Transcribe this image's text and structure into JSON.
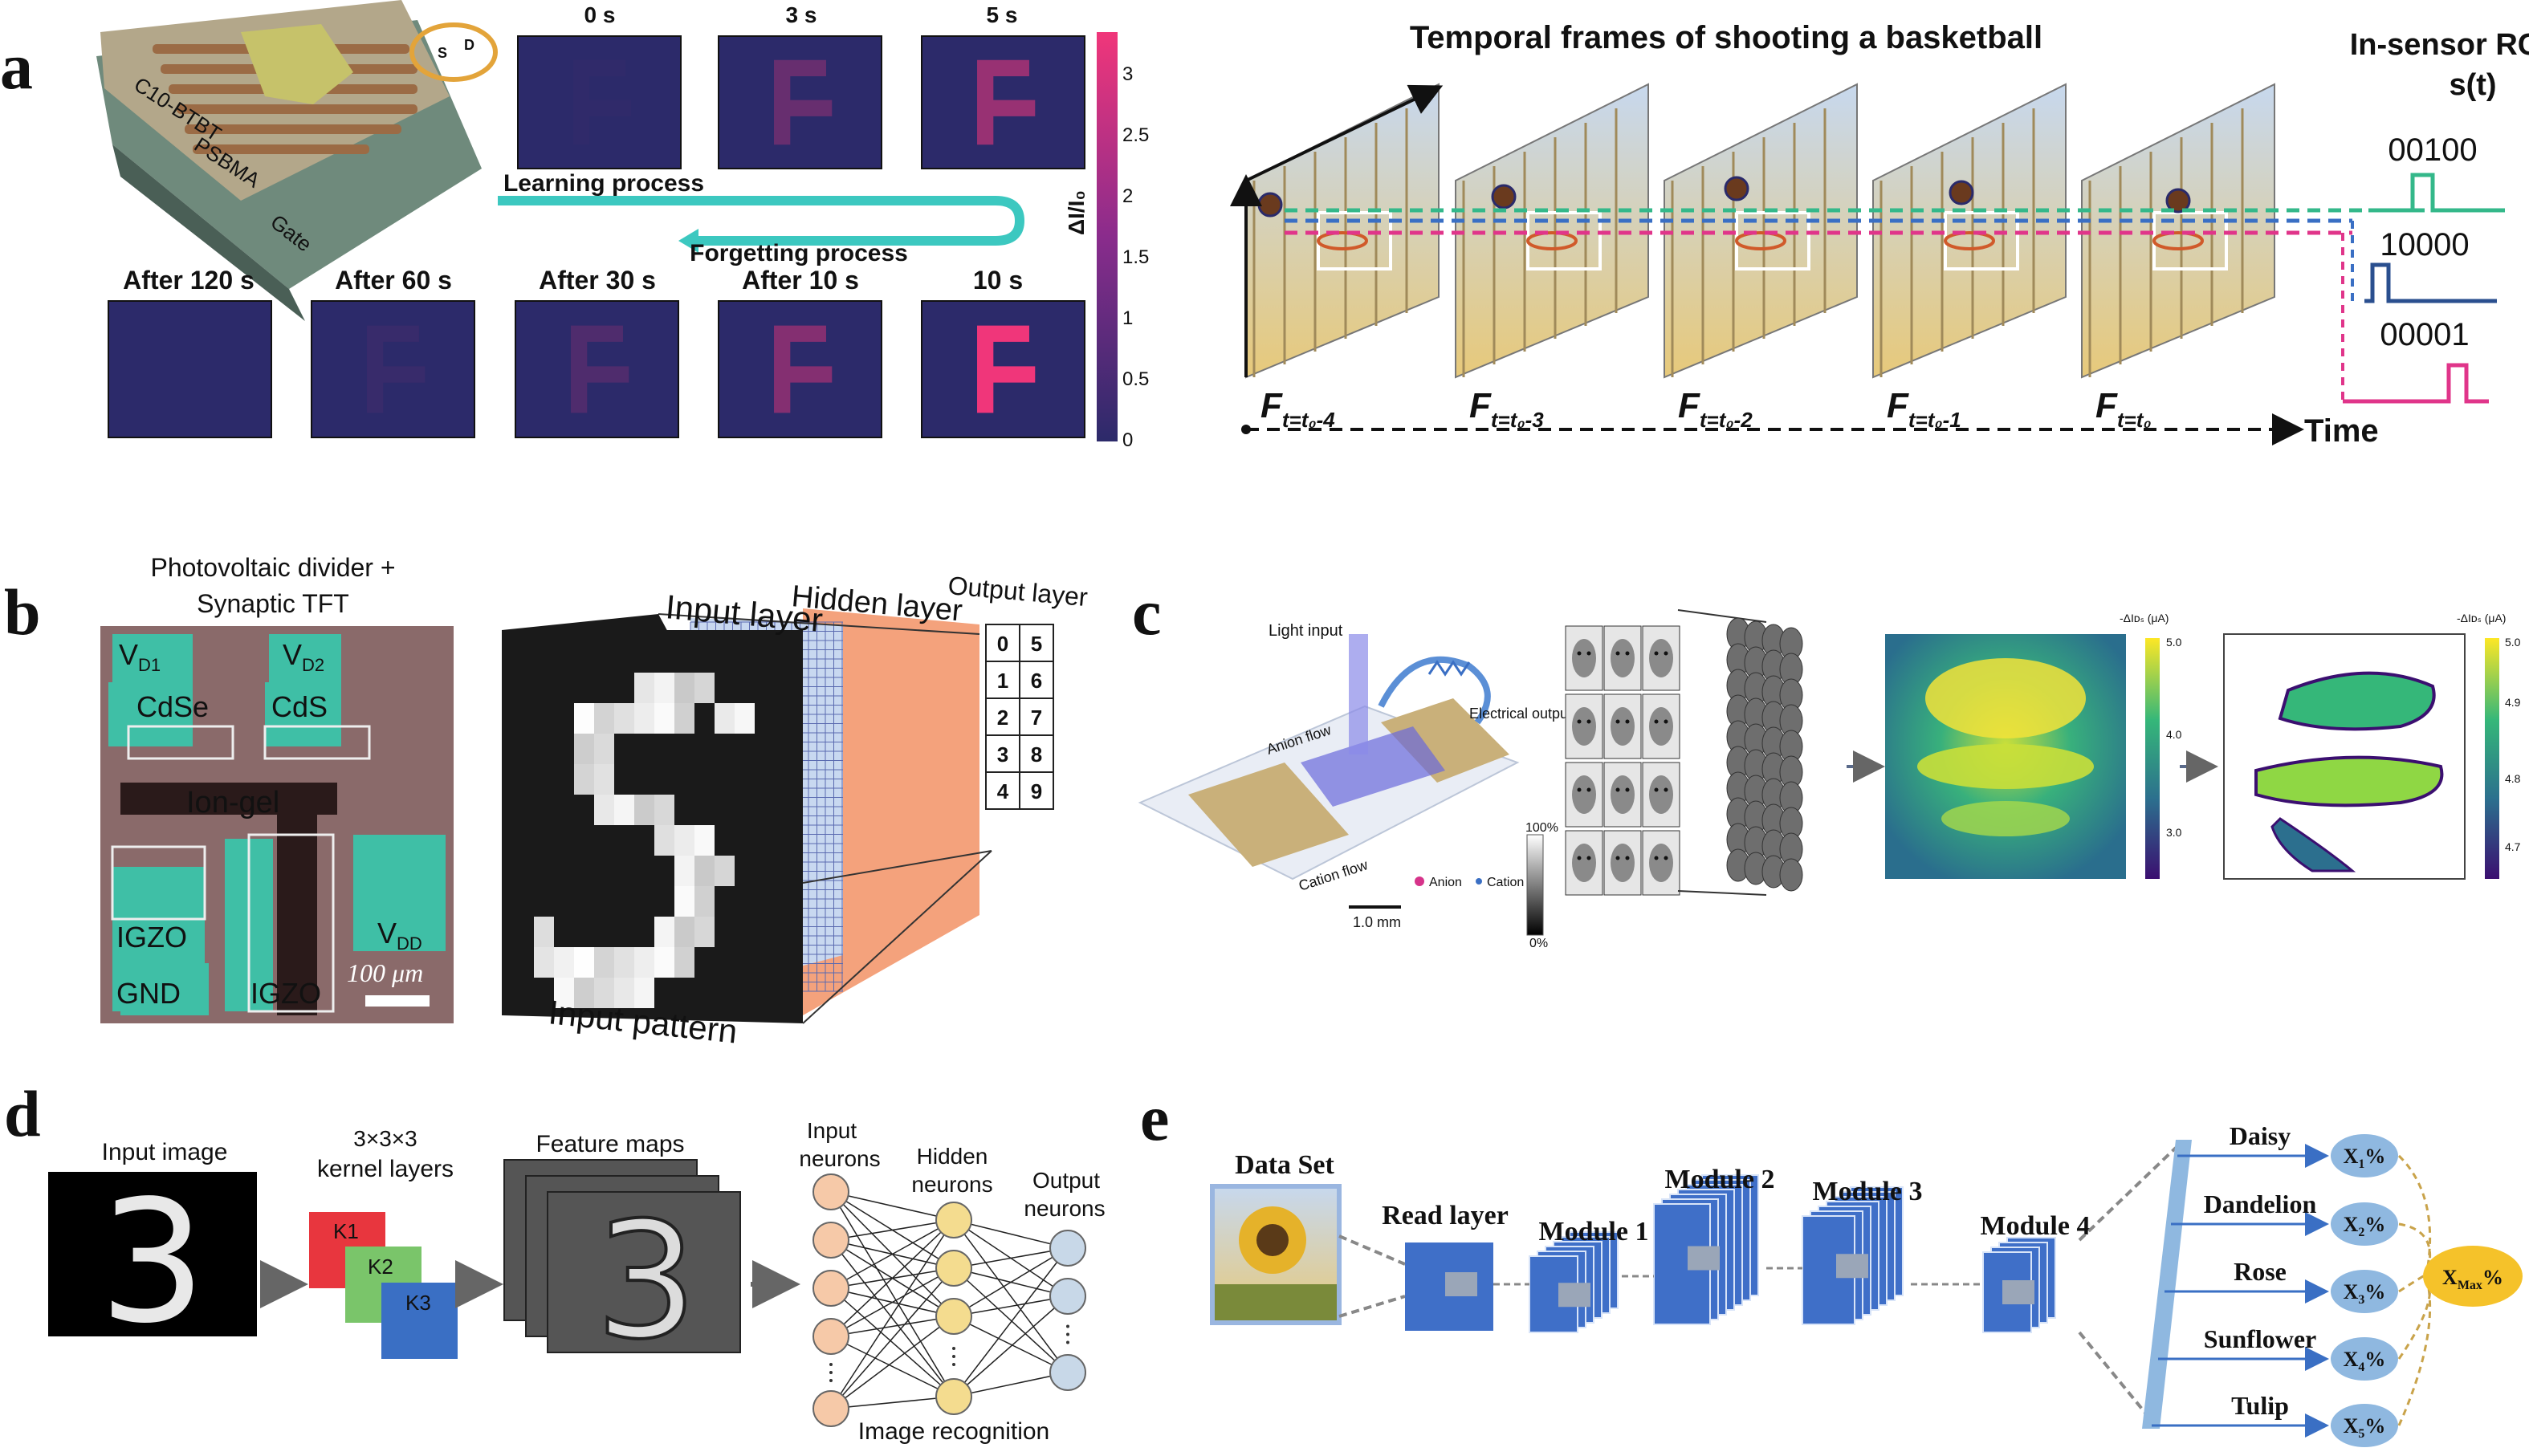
{
  "panels": {
    "a": {
      "label": "a",
      "device_labels": [
        "C10-BTBT",
        "PSBMA",
        "Gate",
        "S",
        "D"
      ],
      "time_top": [
        "0 s",
        "3 s",
        "5 s"
      ],
      "time_bottom": [
        "After 120 s",
        "After 60 s",
        "After 30 s",
        "After 10 s",
        "10 s"
      ],
      "intensity_top": [
        0.02,
        0.3,
        0.55
      ],
      "intensity_bottom": [
        0.0,
        0.06,
        0.18,
        0.45,
        1.0
      ],
      "learning": "Learning process",
      "forgetting": "Forgetting process",
      "colorbar_label": "ΔI/I₀",
      "colorbar_ticks": [
        "3",
        "2.5",
        "2",
        "1.5",
        "1",
        "0.5",
        "0"
      ],
      "colors": {
        "frame_bg": "#2c2a6a",
        "letter_max": "#f0367a",
        "learning": "#f3a83b",
        "forgetting": "#f3a83b",
        "arrow": "#3cc8c0"
      }
    },
    "a_right": {
      "title": "Temporal frames of shooting a basketball",
      "rc_title_line1": "In-sensor RC",
      "rc_title_line2": "s(t)",
      "codes": [
        "00100",
        "10000",
        "00001"
      ],
      "code_colors": [
        "#34b88a",
        "#2a4f8f",
        "#e0358a"
      ],
      "frame_labels": [
        "F",
        "F",
        "F",
        "F",
        "F"
      ],
      "frame_subs": [
        "t=t₀-4",
        "t=t₀-3",
        "t=t₀-2",
        "t=t₀-1",
        "t=t₀"
      ],
      "time_label": "Time"
    },
    "b": {
      "label": "b",
      "title_line1": "Photovoltaic divider +",
      "title_line2": "Synaptic TFT",
      "chip_labels": {
        "vd1": "V",
        "vd1_sub": "D1",
        "vd2": "V",
        "vd2_sub": "D2",
        "cdse": "CdSe",
        "cds": "CdS",
        "iongel": "Ion-gel",
        "igzo1": "IGZO",
        "igzo2": "IGZO",
        "vdd": "V",
        "vdd_sub": "DD",
        "gnd": "GND",
        "scale": "100 μm"
      },
      "nn_labels": {
        "input_layer": "Input layer",
        "hidden_layer": "Hidden layer",
        "output_layer": "Output layer",
        "input_pattern": "Input pattern"
      },
      "output_grid": [
        [
          "0",
          "5"
        ],
        [
          "1",
          "6"
        ],
        [
          "2",
          "7"
        ],
        [
          "3",
          "8"
        ],
        [
          "4",
          "9"
        ]
      ]
    },
    "c": {
      "label": "c",
      "device_labels": {
        "light": "Light input",
        "electrical": "Electrical output",
        "anion_flow": "Anion flow",
        "cation_flow": "Cation flow",
        "scale": "1.0 mm",
        "anion": "Anion",
        "cation": "Cation"
      },
      "gray_bar": [
        "100%",
        "0%"
      ],
      "colorbar1": {
        "title": "-ΔIᴅₛ (μA)",
        "ticks": [
          "5.0",
          "4.0",
          "3.0"
        ]
      },
      "colorbar2": {
        "title": "-ΔIᴅₛ (μA)",
        "ticks": [
          "5.0",
          "4.9",
          "4.8",
          "4.7"
        ]
      }
    },
    "d": {
      "label": "d",
      "input_image": "Input image",
      "kernel_line1": "3×3×3",
      "kernel_line2": "kernel layers",
      "kernels": [
        "K1",
        "K2",
        "K3"
      ],
      "feature_maps": "Feature maps",
      "input_neurons": [
        "Input",
        "neurons"
      ],
      "hidden_neurons": [
        "Hidden",
        "neurons"
      ],
      "output_neurons": [
        "Output",
        "neurons"
      ],
      "caption": "Image recognition",
      "digit": "3"
    },
    "e": {
      "label": "e",
      "dataset": "Data Set",
      "read_layer": "Read layer",
      "modules": [
        "Module 1",
        "Module 2",
        "Module 3",
        "Module 4"
      ],
      "classes": [
        "Daisy",
        "Dandelion",
        "Rose",
        "Sunflower",
        "Tulip"
      ],
      "outputs": [
        "1",
        "2",
        "3",
        "4",
        "5"
      ],
      "x_prefix": "X",
      "pct": "%",
      "xmax_sub": "Max"
    }
  }
}
